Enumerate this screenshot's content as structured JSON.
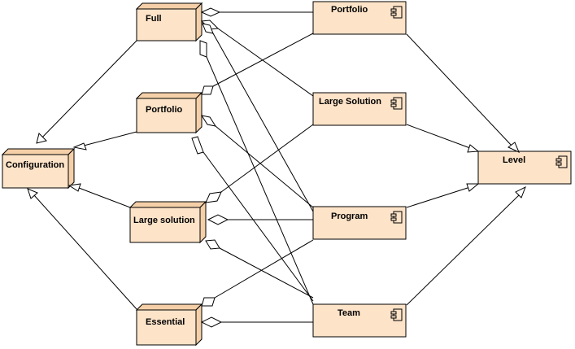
{
  "nodes": {
    "full": "Full",
    "portfolio_cfg": "Portfolio",
    "large_solution_cfg": "Large solution",
    "essential": "Essential",
    "configuration": "Configuration"
  },
  "components": {
    "portfolio": "Portfolio",
    "large_solution": "Large Solution",
    "program": "Program",
    "team": "Team",
    "level": "Level"
  },
  "colors": {
    "fill": "#fde3c8",
    "side": "#f4cfa8",
    "line": "#000000"
  }
}
